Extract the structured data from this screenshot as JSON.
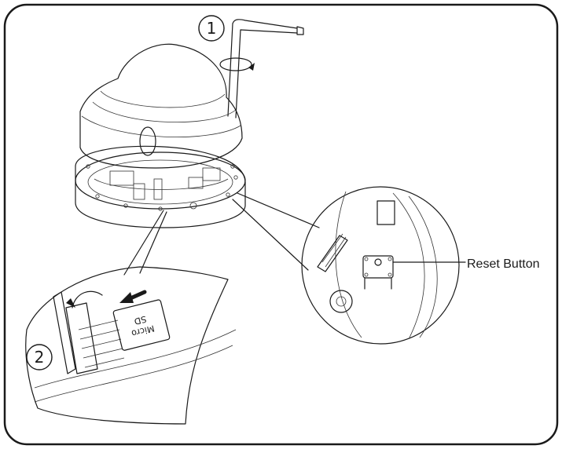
{
  "steps": [
    {
      "number": "1"
    },
    {
      "number": "2"
    }
  ],
  "callouts": {
    "reset_button": "Reset Button"
  },
  "sd_card": {
    "line1": "Micro",
    "line2": "SD"
  },
  "colors": {
    "ink": "#1a1a1a",
    "background": "#ffffff",
    "shade": "#d9d9d9"
  }
}
